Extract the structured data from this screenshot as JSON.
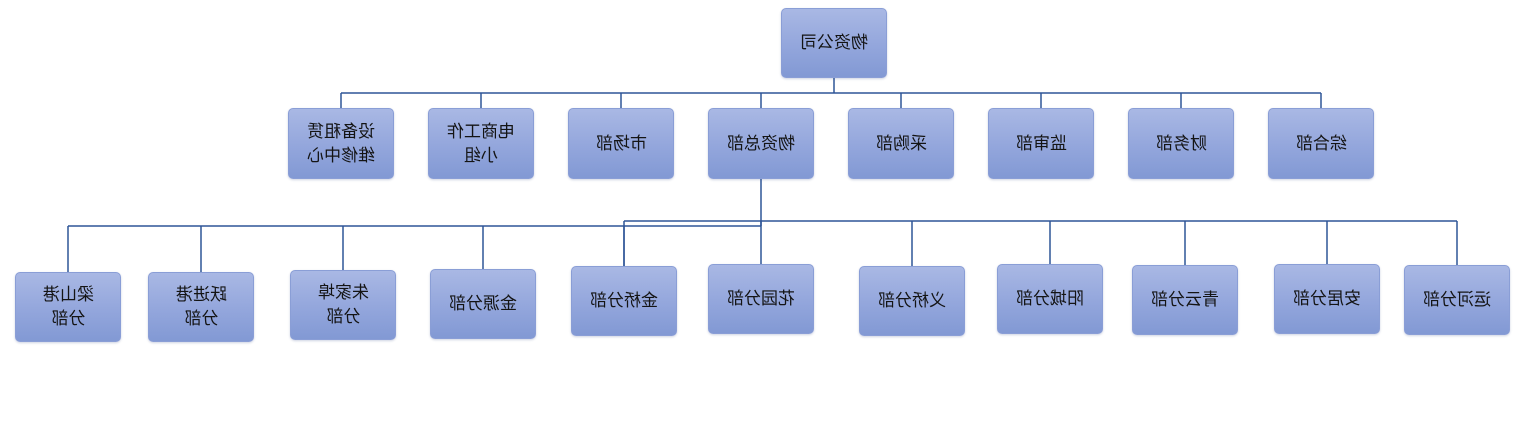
{
  "chart": {
    "root": {
      "id": "root",
      "label": "物资公司"
    },
    "level1": [
      {
        "id": "shebei",
        "label": "设备租赁\n维修中心"
      },
      {
        "id": "dianshang",
        "label": "电商工作\n小组"
      },
      {
        "id": "shichang",
        "label": "市场部"
      },
      {
        "id": "wuzizongbu",
        "label": "物资总部"
      },
      {
        "id": "caigou",
        "label": "采购部"
      },
      {
        "id": "jianshen",
        "label": "监审部"
      },
      {
        "id": "caiwu",
        "label": "财务部"
      },
      {
        "id": "zonghe",
        "label": "综合部"
      }
    ],
    "level2_parent": "wuzizongbu",
    "level2": [
      {
        "id": "lianshangang",
        "label": "梁山港\n分部"
      },
      {
        "id": "yuejingang",
        "label": "跃进港\n分部"
      },
      {
        "id": "zhujiaqiao",
        "label": "朱家埠\n分部"
      },
      {
        "id": "jinyuan",
        "label": "金源分部"
      },
      {
        "id": "jinqiao",
        "label": "金桥分部"
      },
      {
        "id": "huayuan",
        "label": "花园分部"
      },
      {
        "id": "yiqiao",
        "label": "义桥分部"
      },
      {
        "id": "yangcheng",
        "label": "阳城分部"
      },
      {
        "id": "qingyun",
        "label": "青云分部"
      },
      {
        "id": "anju",
        "label": "安居分部"
      },
      {
        "id": "yunhe",
        "label": "运河分部"
      }
    ]
  },
  "colors": {
    "line": "#2e5597"
  }
}
